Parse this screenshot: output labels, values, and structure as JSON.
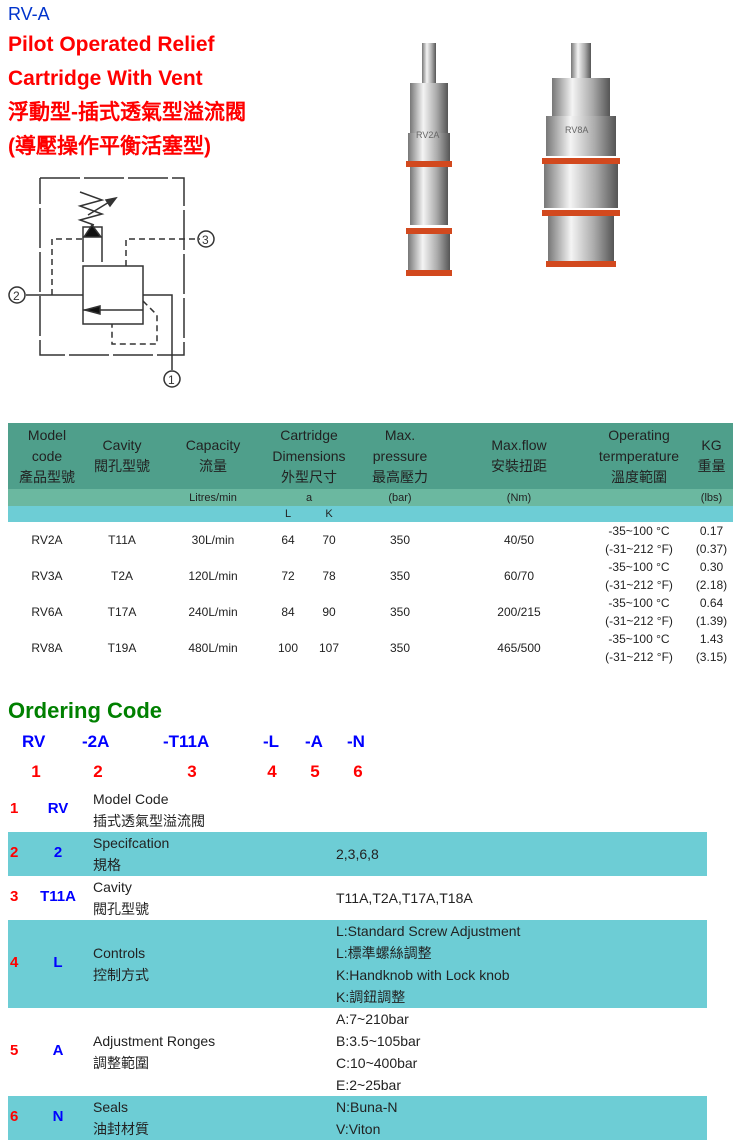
{
  "header": {
    "model": "RV-A",
    "title_en_1": "Pilot Operated Relief",
    "title_en_2": "Cartridge With Vent",
    "title_zh_1": "浮動型-插式透氣型溢流閥",
    "title_zh_2": "(導壓操作平衡活塞型)"
  },
  "schematic": {
    "ports": [
      "1",
      "2",
      "3"
    ]
  },
  "product_labels": [
    "RV2A",
    "RV8A"
  ],
  "spec_table": {
    "headers": [
      [
        "Model",
        "code",
        "產品型號"
      ],
      [
        "Cavity",
        "閥孔型號"
      ],
      [
        "Capacity",
        "流量"
      ],
      [
        "Cartridge",
        "Dimensions",
        "外型尺寸"
      ],
      [
        "Max.",
        "pressure",
        "最高壓力"
      ],
      [
        "Max.flow",
        "安裝扭距"
      ],
      [
        "Operating",
        "termperature",
        "溫度範圍"
      ],
      [
        "KG",
        "重量"
      ]
    ],
    "units": [
      "",
      "",
      "Litres/min",
      "a",
      "(bar)",
      "(Nm)",
      "",
      "(lbs)"
    ],
    "dim_sub": [
      "L",
      "K"
    ],
    "rows": [
      {
        "model": "RV2A",
        "cavity": "T11A",
        "capacity": "30L/min",
        "L": "64",
        "K": "70",
        "pressure": "350",
        "torque": "40/50",
        "temp_c": "-35~100 °C",
        "temp_f": "(-31~212 °F)",
        "kg": "0.17",
        "lbs": "(0.37)"
      },
      {
        "model": "RV3A",
        "cavity": "T2A",
        "capacity": "120L/min",
        "L": "72",
        "K": "78",
        "pressure": "350",
        "torque": "60/70",
        "temp_c": "-35~100 °C",
        "temp_f": "(-31~212 °F)",
        "kg": "0.30",
        "lbs": "(2.18)"
      },
      {
        "model": "RV6A",
        "cavity": "T17A",
        "capacity": "240L/min",
        "L": "84",
        "K": "90",
        "pressure": "350",
        "torque": "200/215",
        "temp_c": "-35~100 °C",
        "temp_f": "(-31~212 °F)",
        "kg": "0.64",
        "lbs": "(1.39)"
      },
      {
        "model": "RV8A",
        "cavity": "T19A",
        "capacity": "480L/min",
        "L": "100",
        "K": "107",
        "pressure": "350",
        "torque": "465/500",
        "temp_c": "-35~100 °C",
        "temp_f": "(-31~212 °F)",
        "kg": "1.43",
        "lbs": "(3.15)"
      }
    ]
  },
  "ordering": {
    "title": "Ordering Code",
    "codes": [
      "RV",
      "-2A",
      "-T11A",
      "-L",
      "-A",
      "-N"
    ],
    "numbers": [
      "1",
      "2",
      "3",
      "4",
      "5",
      "6"
    ],
    "rows": [
      {
        "n": "1",
        "code": "RV",
        "desc": [
          "Model Code",
          "插式透氣型溢流閥"
        ],
        "values": []
      },
      {
        "n": "2",
        "code": "2",
        "desc": [
          "Specifcation",
          "規格"
        ],
        "values": [
          "2,3,6,8"
        ]
      },
      {
        "n": "3",
        "code": "T11A",
        "desc": [
          "Cavity",
          "閥孔型號"
        ],
        "values": [
          "T11A,T2A,T17A,T18A"
        ]
      },
      {
        "n": "4",
        "code": "L",
        "desc": [
          "Controls",
          "控制方式"
        ],
        "values": [
          "L:Standard Screw Adjustment",
          "L:標準螺絲調整",
          "K:Handknob with Lock knob",
          "K:調鈕調整"
        ]
      },
      {
        "n": "5",
        "code": "A",
        "desc": [
          "Adjustment Ronges",
          "調整範圍"
        ],
        "values": [
          "A:7~210bar",
          "B:3.5~105bar",
          "C:10~400bar",
          "E:2~25bar"
        ]
      },
      {
        "n": "6",
        "code": "N",
        "desc": [
          "Seals",
          "油封材質"
        ],
        "values": [
          "N:Buna-N",
          "V:Viton"
        ]
      }
    ]
  },
  "colors": {
    "header_dark": "#4f9f8b",
    "header_mid": "#6bb8a0",
    "teal": "#6dcdd5",
    "red": "#ff0000",
    "blue": "#0000ff",
    "green": "#008000"
  }
}
